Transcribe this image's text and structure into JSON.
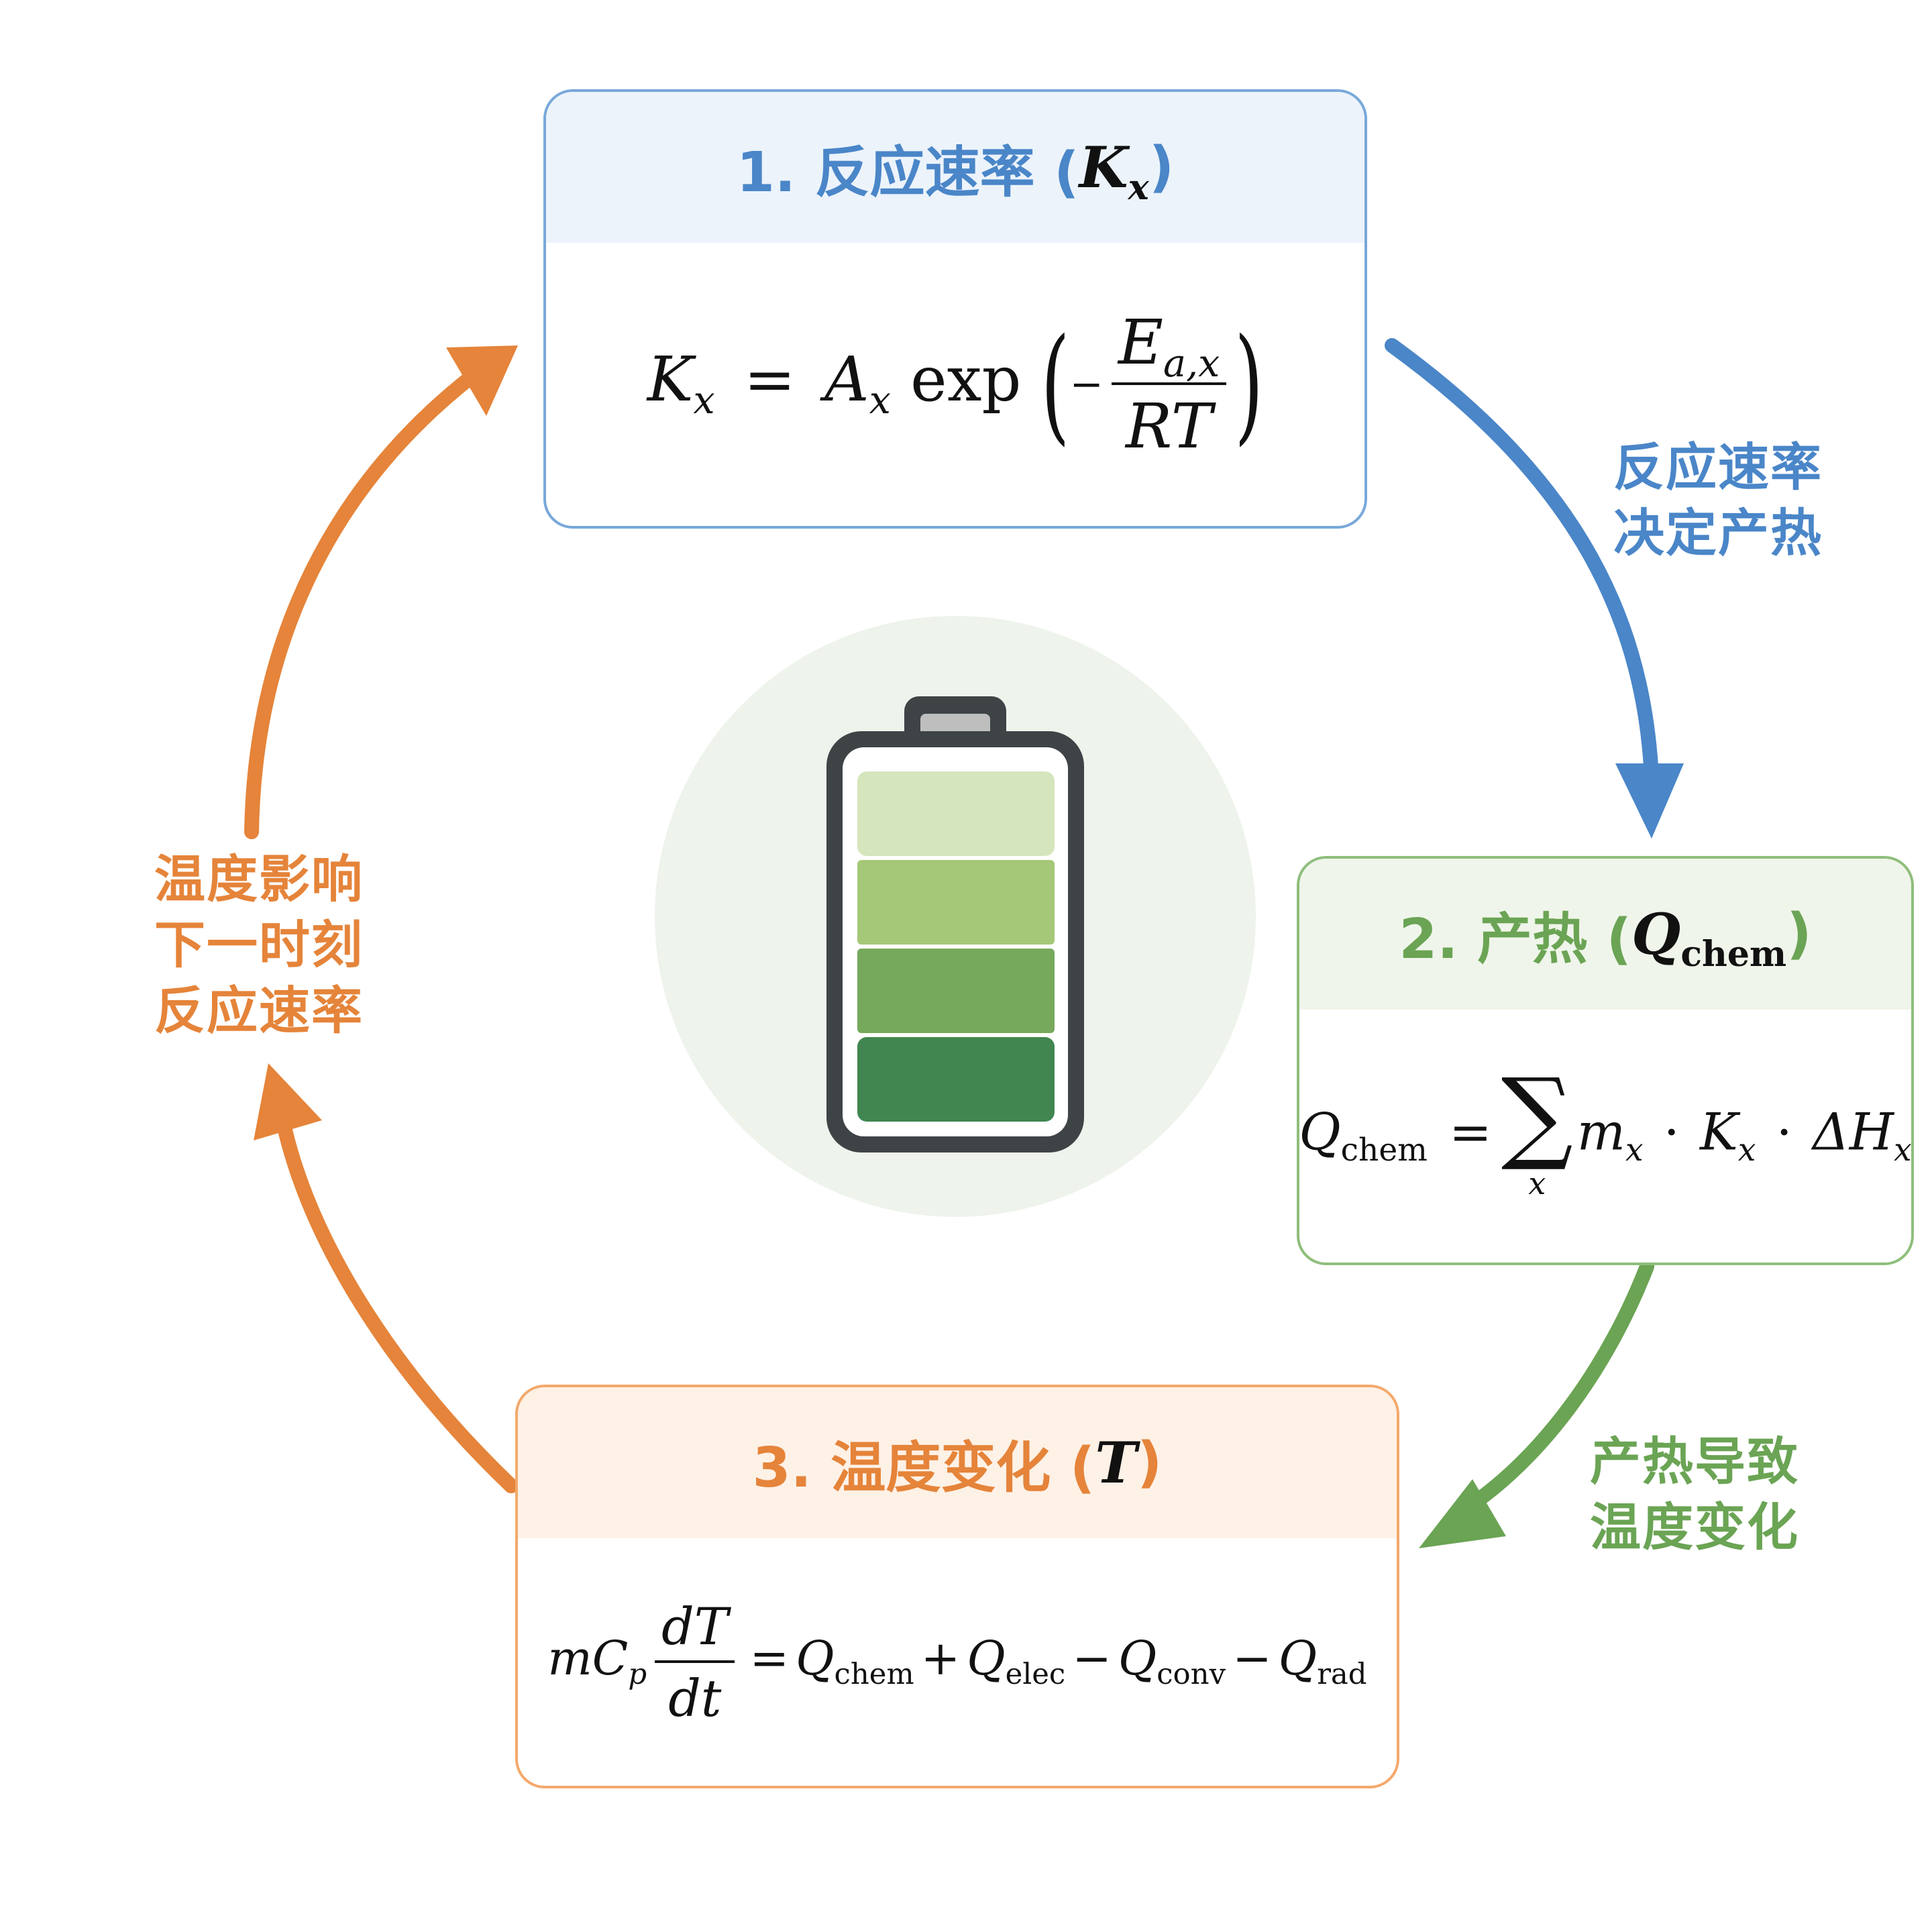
{
  "colors": {
    "blue": "#4A86C8",
    "green": "#6BA454",
    "orange": "#E5843A",
    "battery_outline": "#3E4346",
    "halo": "#EEF3EC"
  },
  "cards": [
    {
      "id": "reaction-rate",
      "title_prefix": "1. 反应速率 (",
      "title_var": "K",
      "title_sub": "x",
      "title_suffix": ")",
      "formula": {
        "lhs": "K",
        "lhs_sub": "x",
        "eq": "=",
        "coef": "A",
        "coef_sub": "x",
        "func": "exp",
        "paren_open": "(",
        "minus": "−",
        "num": "E",
        "num_sub": "a,x",
        "den": "RT",
        "paren_close": ")"
      }
    },
    {
      "id": "heat-generation",
      "title_prefix": "2. 产热 (",
      "title_var": "Q",
      "title_sub": "chem",
      "title_suffix": ")",
      "formula": {
        "lhs": "Q",
        "lhs_sub": "chem",
        "eq": "=",
        "sum_symbol": "∑",
        "sum_index": "x",
        "t1": "m",
        "t1_sub": "x",
        "dot1": "·",
        "t2": "K",
        "t2_sub": "x",
        "dot2": "·",
        "t3": "ΔH",
        "t3_sub": "x"
      }
    },
    {
      "id": "temperature-change",
      "title_prefix": "3. 温度变化 (",
      "title_var": "T",
      "title_suffix": ")",
      "formula": {
        "m": "m",
        "c": "C",
        "c_sub": "p",
        "num": "dT",
        "den": "dt",
        "eq": "=",
        "q1": "Q",
        "q1_sub": "chem",
        "plus": "+",
        "q2": "Q",
        "q2_sub": "elec",
        "minus1": "−",
        "q3": "Q",
        "q3_sub": "conv",
        "minus2": "−",
        "q4": "Q",
        "q4_sub": "rad"
      }
    }
  ],
  "arrow_labels": {
    "blue": [
      "反应速率",
      "决定产热"
    ],
    "green": [
      "产热导致",
      "温度变化"
    ],
    "orange": [
      "温度影响",
      "下一时刻",
      "反应速率"
    ]
  },
  "battery": {
    "icon": "battery-icon",
    "fill_levels": 4
  }
}
